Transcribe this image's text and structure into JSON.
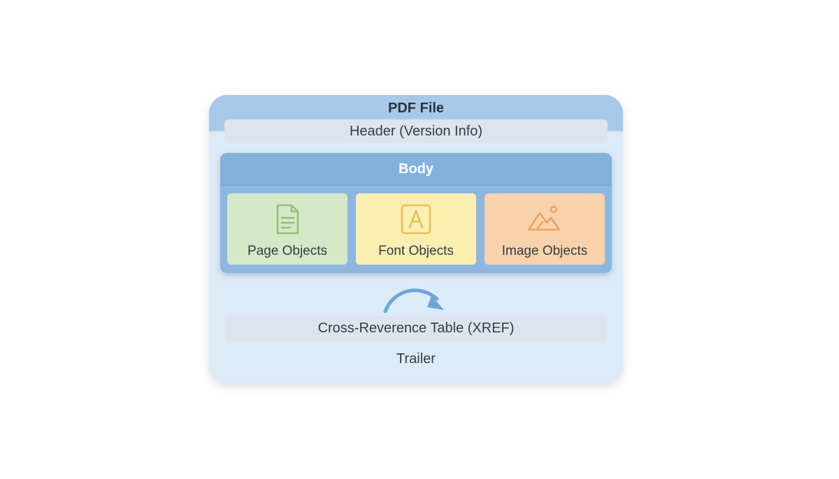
{
  "diagram": {
    "title": "PDF File",
    "header": "Header (Version Info)",
    "body": {
      "title": "Body",
      "objects": [
        {
          "label": "Page Objects",
          "icon": "document-icon",
          "color": "#d6e8c8"
        },
        {
          "label": "Font Objects",
          "icon": "font-icon",
          "color": "#fbeeb1"
        },
        {
          "label": "Image Objects",
          "icon": "image-icon",
          "color": "#f8d2ab"
        }
      ]
    },
    "xref": "Cross-Reverence Table (XREF)",
    "trailer": "Trailer"
  },
  "colors": {
    "outer": "#dcebf8",
    "outer_header": "#a7c9e7",
    "body": "#8db7de",
    "arrow": "#6fa6d8"
  }
}
